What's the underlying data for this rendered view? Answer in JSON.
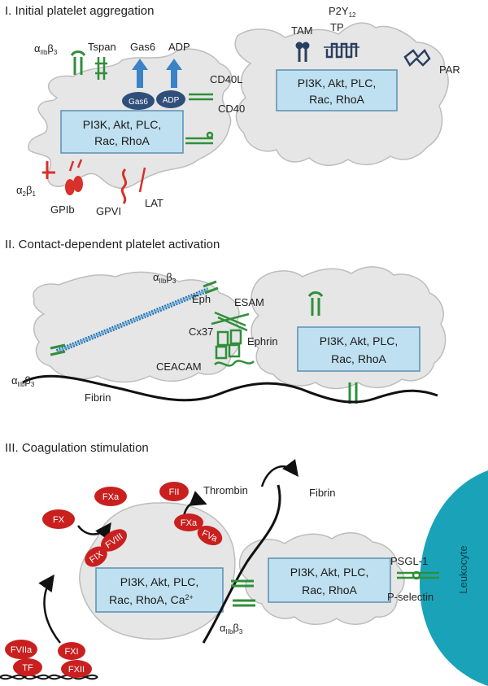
{
  "sections": {
    "s1": "I. Initial platelet aggregation",
    "s2": "II. Contact-dependent platelet activation",
    "s3": "III. Coagulation stimulation"
  },
  "signaling_box": {
    "line1": "PI3K, Akt, PLC,",
    "line2": "Rac, RhoA",
    "line2_ca": "Rac, RhoA, Ca",
    "ca_sup": "2+"
  },
  "labels": {
    "aiib": "α",
    "aiib_sub": "IIb",
    "b3": "β",
    "b3_sub": "3",
    "a2": "α",
    "a2_sub": "2",
    "b1": "β",
    "b1_sub": "1",
    "tspan": "Tspan",
    "gas6": "Gas6",
    "adp": "ADP",
    "tam": "TAM",
    "p2y": "P2Y",
    "p2y_sub": "12",
    "tp": "TP",
    "par": "PAR",
    "cd40l": "CD40L",
    "cd40": "CD40",
    "gpib": "GPIb",
    "gpvi": "GPVI",
    "lat": "LAT",
    "eph": "Eph",
    "esam": "ESAM",
    "cx37": "Cx37",
    "ephrin": "Ephrin",
    "ceacam": "CEACAM",
    "fibrin": "Fibrin",
    "thrombin": "Thrombin",
    "psgl1": "PSGL-1",
    "pselectin": "P-selectin",
    "leukocyte": "Leukocyte"
  },
  "factors": {
    "fx": "FX",
    "fxa": "FXa",
    "fii": "FII",
    "fix": "FIX",
    "fviii": "FVIII",
    "fxa2": "FXa",
    "fva": "FVa",
    "fviia": "FVIIa",
    "tf": "TF",
    "fxi": "FXI",
    "fxii": "FXII"
  },
  "colors": {
    "cell_fill": "#e6e6e6",
    "cell_stroke": "#bdbdbd",
    "box_fill": "#bfe0f0",
    "box_stroke": "#5b8fb0",
    "receptor_green": "#2f8f3a",
    "receptor_red": "#d8302a",
    "receptor_navy": "#2a3f5f",
    "oval_navy": "#2f4f7a",
    "factor_red": "#c9201f",
    "leukocyte": "#1aa3b8",
    "arrow_blue": "#3b82c6",
    "fibrin_black": "#111111"
  }
}
